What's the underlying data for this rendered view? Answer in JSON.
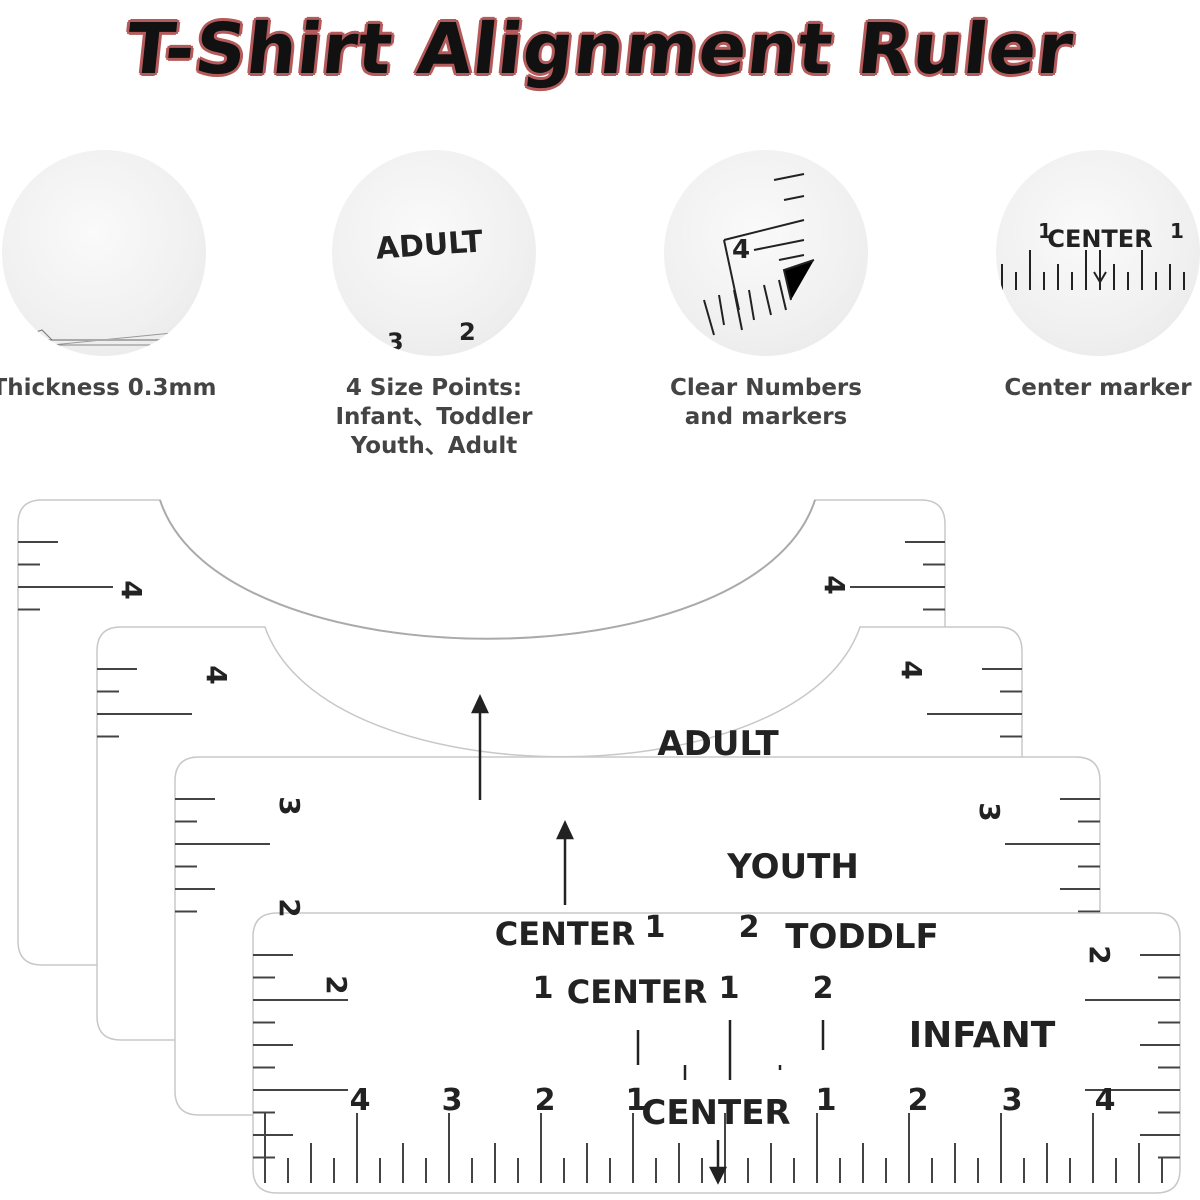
{
  "title": "T-Shirt Alignment Ruler",
  "features": [
    {
      "caption_lines": [
        "Thickness 0.3mm"
      ]
    },
    {
      "caption_lines": [
        "4 Size Points:",
        "Infant、Toddler",
        "Youth、Adult"
      ],
      "circle_text": [
        "ADULT",
        "3",
        "2"
      ]
    },
    {
      "caption_lines": [
        "Clear Numbers",
        "and markers"
      ],
      "circle_text": [
        "4"
      ]
    },
    {
      "caption_lines": [
        "Center marker"
      ],
      "circle_text": [
        "1",
        "CENTER",
        "1"
      ]
    }
  ],
  "rulers": {
    "size_labels": {
      "adult": "ADULT",
      "youth": "YOUTH",
      "toddler": "TODDLF",
      "infant": "INFANT"
    },
    "center_labels": [
      "CENTER",
      "CENTER",
      "CENTER"
    ],
    "bottom_numbers": [
      "4",
      "3",
      "2",
      "1",
      "1",
      "2",
      "3",
      "4"
    ],
    "mid_numbers": [
      "1",
      "2",
      "1",
      "1",
      "2"
    ],
    "side_numbers": [
      "4",
      "4",
      "4",
      "4",
      "3",
      "3",
      "2",
      "2",
      "2"
    ]
  }
}
